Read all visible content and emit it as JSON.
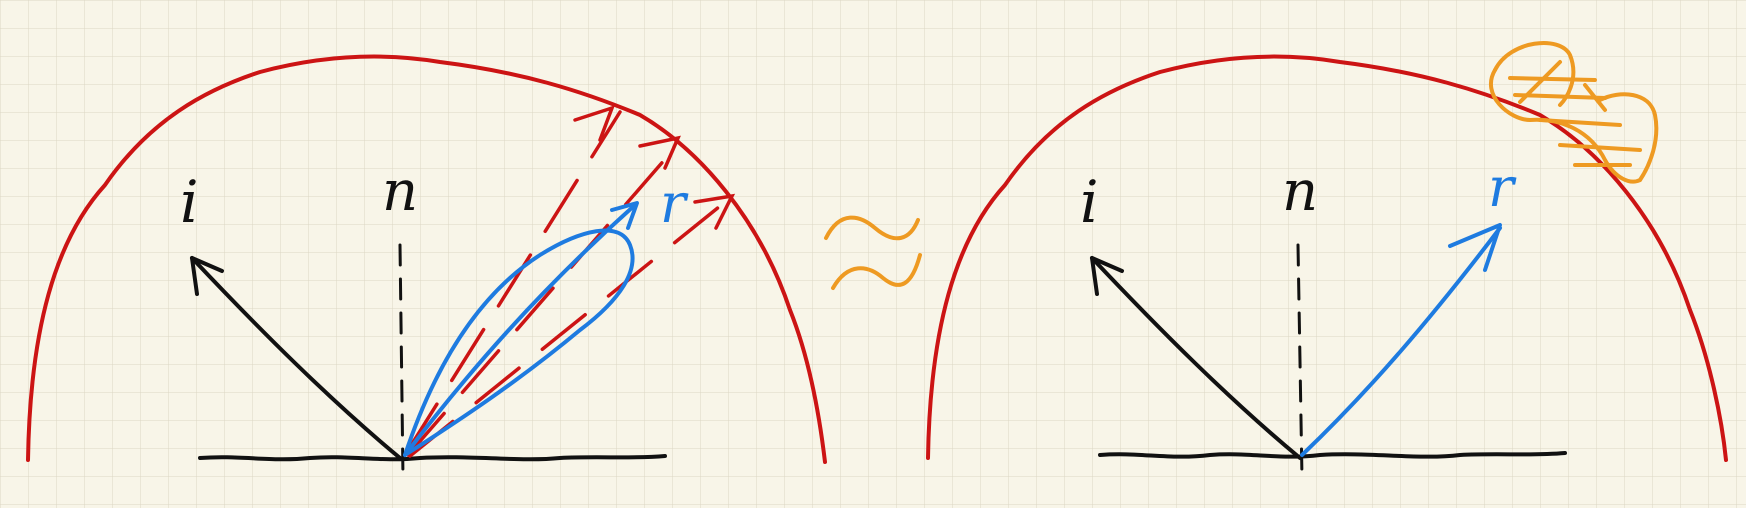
{
  "labels": {
    "incident": "i",
    "normal": "n",
    "reflect_left": "r",
    "reflect_right": "r",
    "approx": "≈"
  },
  "colors": {
    "paper": "#f8f5e8",
    "grid": "#d9d4c1",
    "hemisphere": "#cc1414",
    "ink": "#111111",
    "reflection": "#1e7be0",
    "approx": "#ee9a22",
    "scribble": "#ee9a22"
  },
  "icons": {
    "approx_symbol": "approx-icon",
    "scribble": "scribble-icon"
  }
}
